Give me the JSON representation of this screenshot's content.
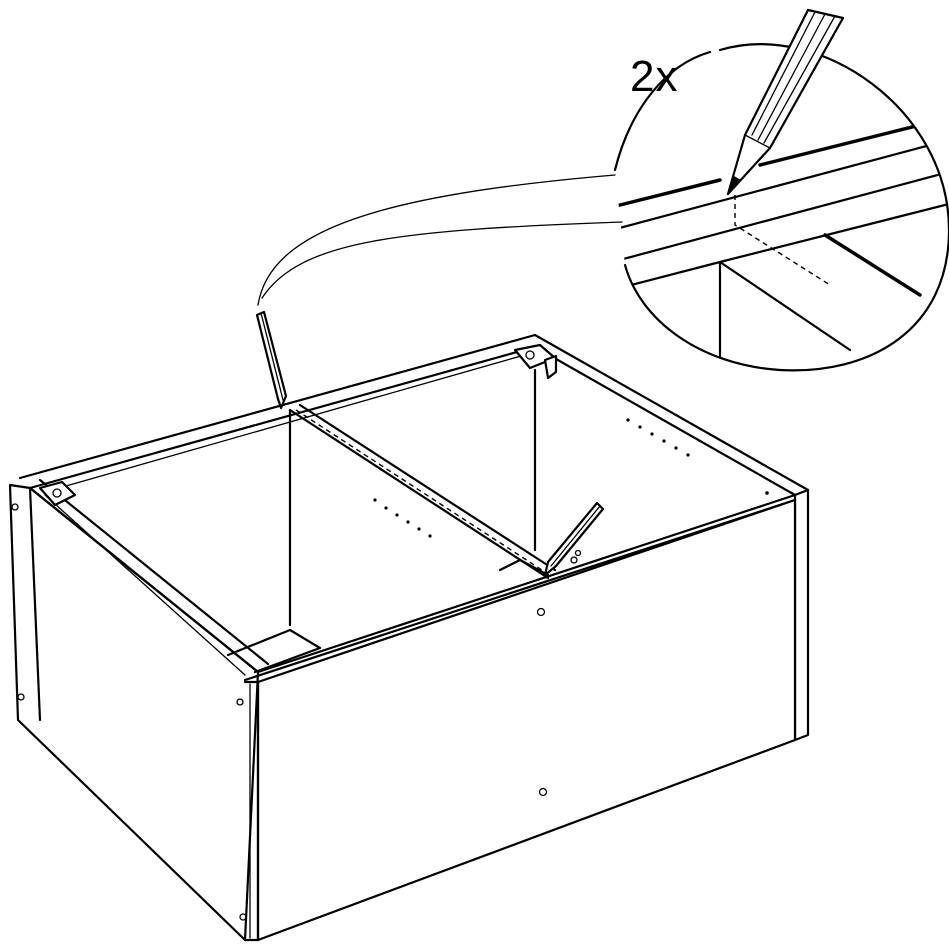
{
  "callout": {
    "quantity_label": "2x"
  },
  "icons": [
    "pencil-icon",
    "cabinet-frame",
    "magnified-detail-callout"
  ],
  "colors": {
    "line": "#000000",
    "background": "#ffffff"
  }
}
